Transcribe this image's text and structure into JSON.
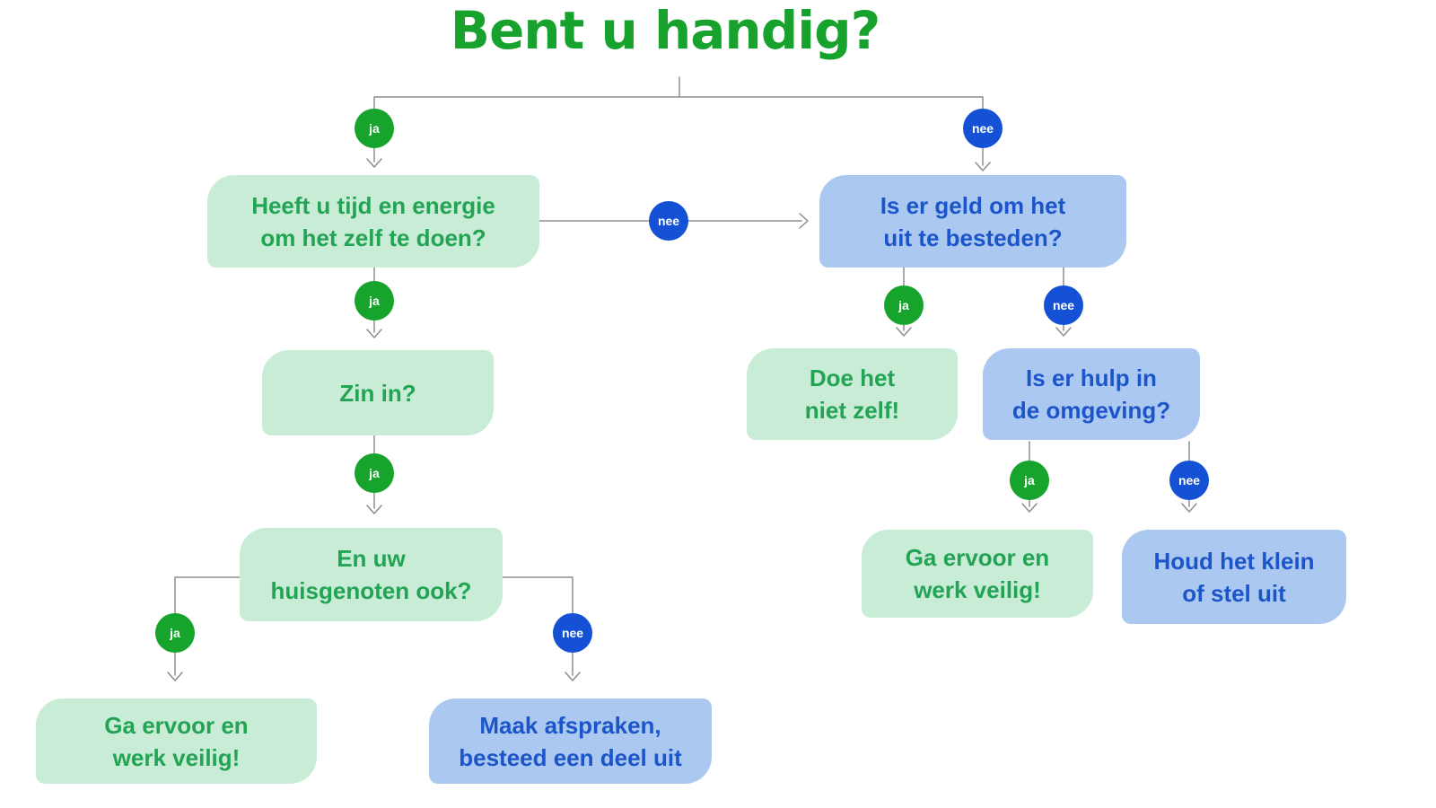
{
  "title": "Bent u handig?",
  "badge_labels": {
    "yes": "ja",
    "no": "nee"
  },
  "colors": {
    "title_green": "#17a22d",
    "box_green_bg": "#c8ecd6",
    "box_green_text": "#23a455",
    "box_blue_bg": "#abc8f1",
    "box_blue_text": "#1c55c9",
    "badge_green": "#16a42c",
    "badge_blue": "#1551d4",
    "connector_gray": "#8d8d8d"
  },
  "nodes": {
    "q_time_energy": {
      "lines": [
        "Heeft u tijd en energie",
        "om het zelf te doen?"
      ]
    },
    "q_money": {
      "lines": [
        "Is er geld om het",
        "uit te besteden?"
      ]
    },
    "q_zin": {
      "lines": [
        "Zin in?"
      ]
    },
    "q_huisgenoten": {
      "lines": [
        "En uw",
        "huisgenoten ook?"
      ]
    },
    "r_ga_ervoor_links": {
      "lines": [
        "Ga ervoor en",
        "werk veilig!"
      ]
    },
    "r_maak_afspraken": {
      "lines": [
        "Maak afspraken,",
        "besteed een deel uit"
      ]
    },
    "r_doe_niet_zelf": {
      "lines": [
        "Doe het",
        "niet zelf!"
      ]
    },
    "q_hulp_omgeving": {
      "lines": [
        "Is er hulp in",
        "de omgeving?"
      ]
    },
    "r_ga_ervoor_rechts": {
      "lines": [
        "Ga ervoor en",
        "werk veilig!"
      ]
    },
    "r_houd_klein": {
      "lines": [
        "Houd het klein",
        "of stel uit"
      ]
    }
  }
}
